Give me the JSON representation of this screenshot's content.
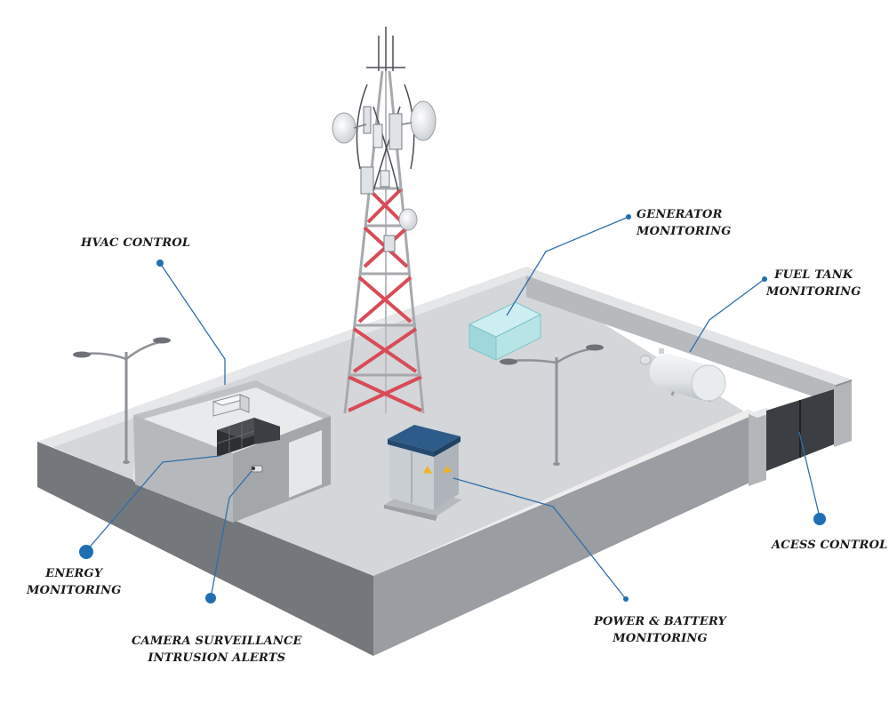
{
  "labels": {
    "hvac": {
      "line1": "HVAC CONTROL"
    },
    "generator": {
      "line1": "GENERATOR",
      "line2": "MONITORING"
    },
    "fuel_tank": {
      "line1": "FUEL TANK",
      "line2": "MONITORING"
    },
    "access": {
      "line1": "ACESS CONTROL"
    },
    "energy": {
      "line1": "ENERGY",
      "line2": "MONITORING"
    },
    "camera": {
      "line1": "CAMERA SURVEILLANCE",
      "line2": "INTRUSION ALERTS"
    },
    "power": {
      "line1": "POWER & BATTERY",
      "line2": "MONITORING"
    }
  },
  "colors": {
    "callout_line": "#2f6fad",
    "callout_dot": "#1f6fb5",
    "tower_red": "#d94b57",
    "tower_gray": "#a7a9ad",
    "wall_dark": "#6f7276",
    "wall_top": "#e5e6e8",
    "floor": "#d4d6d9",
    "generator": "#a6dde1",
    "power_cabinet_roof": "#2e5c8a"
  }
}
